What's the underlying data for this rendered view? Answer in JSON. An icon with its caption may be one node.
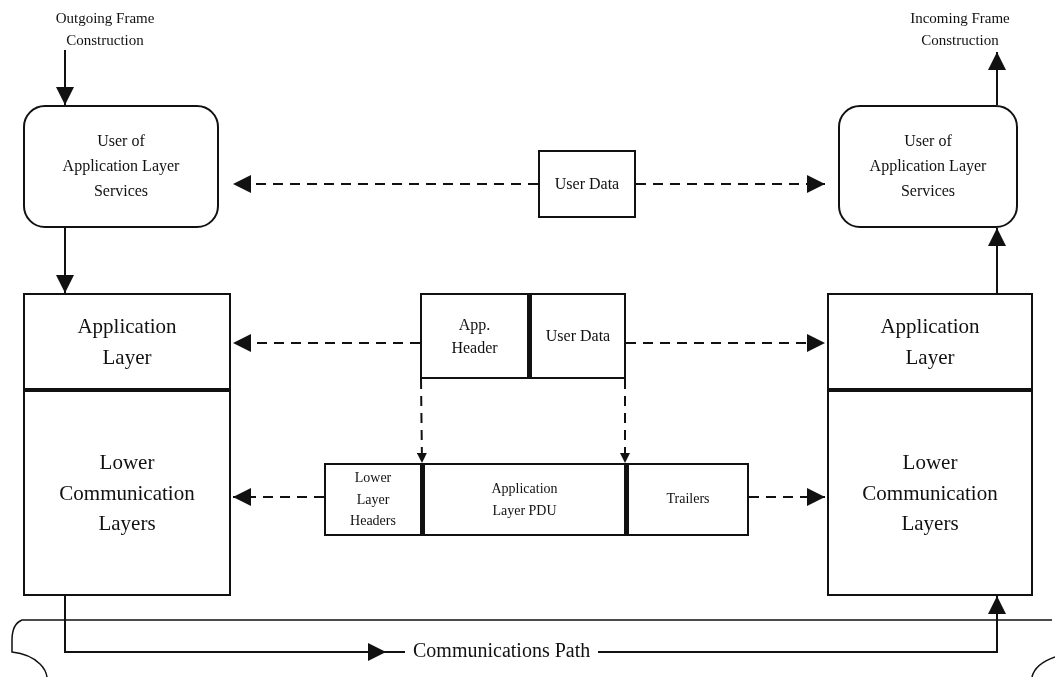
{
  "diagram": {
    "nodes": [
      {
        "text": [
          "Outgoing Frame Construction"
        ]
      },
      {
        "text": [
          "Incoming Frame Construction"
        ]
      },
      {
        "text": [
          "User of Application Layer Services"
        ]
      },
      {
        "text": [
          "User Data"
        ]
      },
      {
        "text": [
          "User of Application Layer Services"
        ]
      },
      {
        "text": [
          "Application Layer"
        ]
      },
      {
        "text": [
          "Lower Communication Layers"
        ]
      },
      {
        "text": [
          "App. Header"
        ]
      },
      {
        "text": [
          "User Data"
        ]
      },
      {
        "text": [
          "Application Layer"
        ]
      },
      {
        "text": [
          "Lower Communication Layers"
        ]
      },
      {
        "text": [
          "Lower Layer Headers"
        ]
      },
      {
        "text": [
          "Application Layer PDU"
        ]
      },
      {
        "text": [
          "Trailers"
        ]
      }
    ],
    "edges": [
      {
        "from": 0,
        "to": 2,
        "arrow": "to"
      },
      {
        "from": 2,
        "to": 5,
        "arrow": "to"
      },
      {
        "from": 9,
        "to": 4,
        "arrow": "to"
      },
      {
        "from": 4,
        "to": 1,
        "arrow": "to"
      },
      {
        "from": 3,
        "to": 2,
        "arrow": "to",
        "style": "dashed"
      },
      {
        "from": 3,
        "to": 4,
        "arrow": "to",
        "style": "dashed"
      },
      {
        "from": 7,
        "to": 5,
        "arrow": "to",
        "style": "dashed"
      },
      {
        "from": 8,
        "to": 9,
        "arrow": "to",
        "style": "dashed"
      },
      {
        "from": 7,
        "to": 12,
        "arrow": "to",
        "style": "dashed"
      },
      {
        "from": 8,
        "to": 12,
        "arrow": "to",
        "style": "dashed"
      },
      {
        "from": 11,
        "to": 6,
        "arrow": "to",
        "style": "dashed"
      },
      {
        "from": 13,
        "to": 10,
        "arrow": "to",
        "style": "dashed"
      },
      {
        "from": 6,
        "to": 10,
        "arrow": "to",
        "label": "Communications Path"
      }
    ]
  }
}
